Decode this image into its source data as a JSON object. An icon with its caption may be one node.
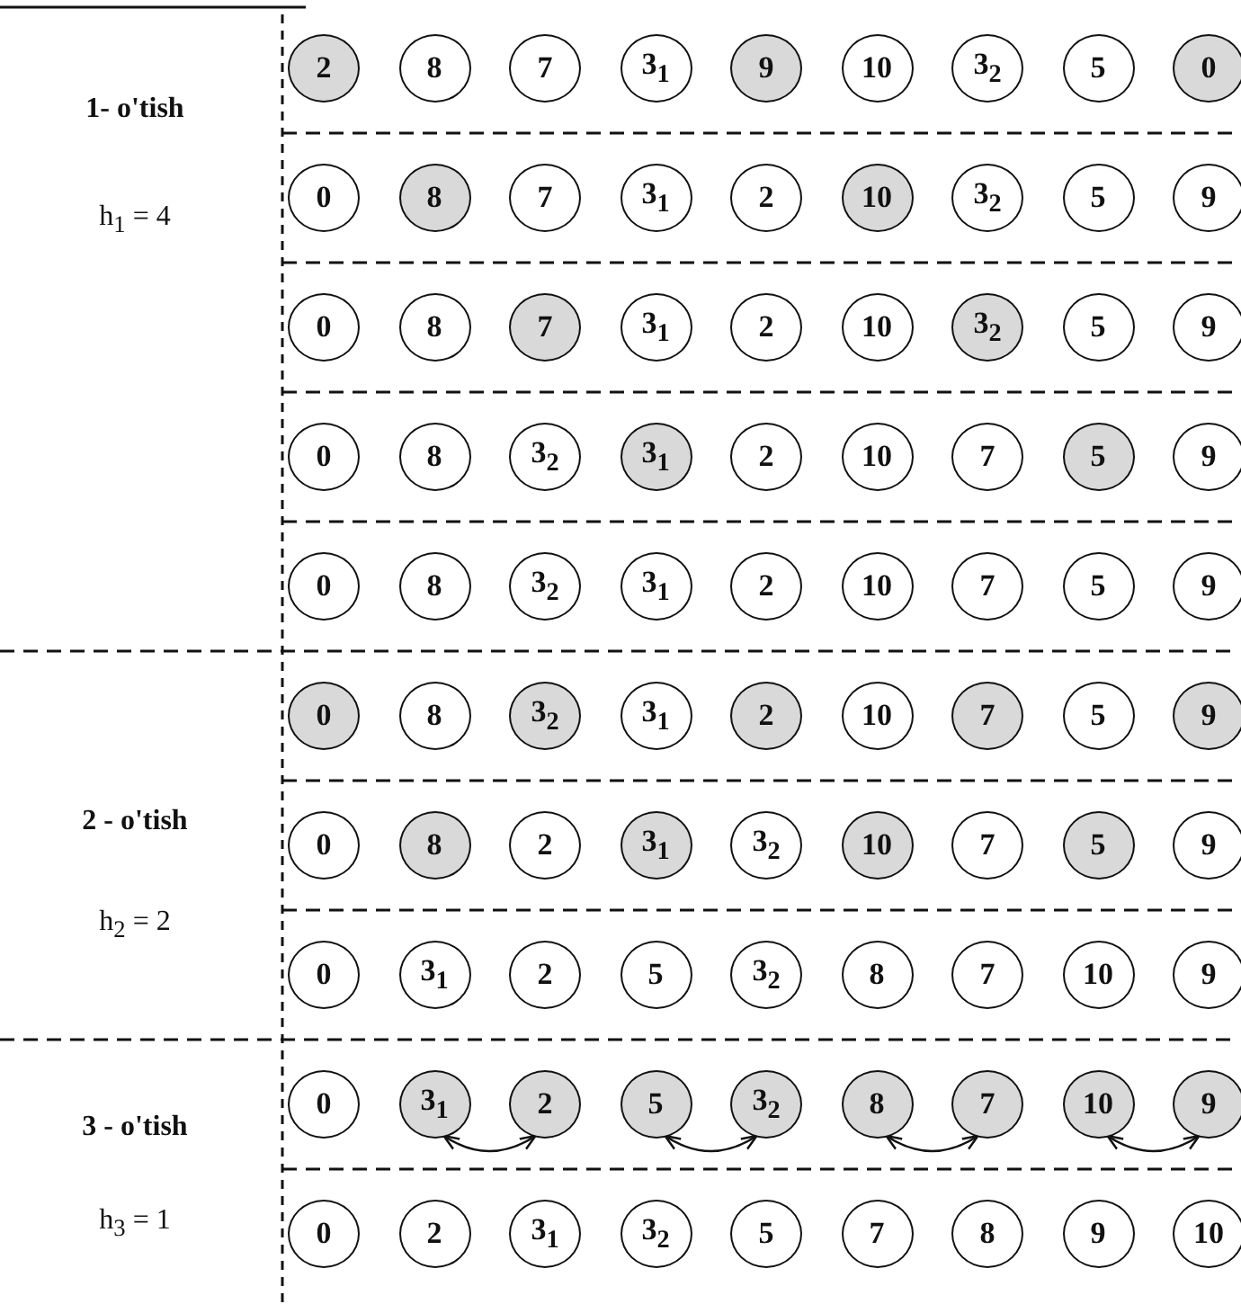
{
  "diagram": {
    "nodes": [
      {
        "text": [
          "2"
        ]
      },
      {
        "text": [
          "8"
        ]
      },
      {
        "text": [
          "7"
        ]
      },
      {
        "text": [
          "3$_{1}$"
        ]
      },
      {
        "text": [
          "9"
        ]
      },
      {
        "text": [
          "10"
        ]
      },
      {
        "text": [
          "3$_{2}$"
        ]
      },
      {
        "text": [
          "5"
        ]
      },
      {
        "text": [
          "0"
        ]
      },
      {
        "text": [
          "0"
        ]
      },
      {
        "text": [
          "8"
        ]
      },
      {
        "text": [
          "7"
        ]
      },
      {
        "text": [
          "3$_{1}$"
        ]
      },
      {
        "text": [
          "2"
        ]
      },
      {
        "text": [
          "10"
        ]
      },
      {
        "text": [
          "3$_{2}$"
        ]
      },
      {
        "text": [
          "5"
        ]
      },
      {
        "text": [
          "9"
        ]
      },
      {
        "text": [
          "0"
        ]
      },
      {
        "text": [
          "8"
        ]
      },
      {
        "text": [
          "7"
        ]
      },
      {
        "text": [
          "3$_{1}$"
        ]
      },
      {
        "text": [
          "2"
        ]
      },
      {
        "text": [
          "10"
        ]
      },
      {
        "text": [
          "3$_{2}$"
        ]
      },
      {
        "text": [
          "5"
        ]
      },
      {
        "text": [
          "9"
        ]
      },
      {
        "text": [
          "0"
        ]
      },
      {
        "text": [
          "8"
        ]
      },
      {
        "text": [
          "3$_{2}$"
        ]
      },
      {
        "text": [
          "3$_{1}$"
        ]
      },
      {
        "text": [
          "2"
        ]
      },
      {
        "text": [
          "10"
        ]
      },
      {
        "text": [
          "7"
        ]
      },
      {
        "text": [
          "5"
        ]
      },
      {
        "text": [
          "9"
        ]
      },
      {
        "text": [
          "0"
        ]
      },
      {
        "text": [
          "8"
        ]
      },
      {
        "text": [
          "3$_{2}$"
        ]
      },
      {
        "text": [
          "3$_{1}$"
        ]
      },
      {
        "text": [
          "2"
        ]
      },
      {
        "text": [
          "10"
        ]
      },
      {
        "text": [
          "7"
        ]
      },
      {
        "text": [
          "5"
        ]
      },
      {
        "text": [
          "9"
        ]
      },
      {
        "text": [
          "0"
        ]
      },
      {
        "text": [
          "8"
        ]
      },
      {
        "text": [
          "3$_{2}$"
        ]
      },
      {
        "text": [
          "3$_{1}$"
        ]
      },
      {
        "text": [
          "2"
        ]
      },
      {
        "text": [
          "10"
        ]
      },
      {
        "text": [
          "7"
        ]
      },
      {
        "text": [
          "5"
        ]
      },
      {
        "text": [
          "9"
        ]
      },
      {
        "text": [
          "0"
        ]
      },
      {
        "text": [
          "8"
        ]
      },
      {
        "text": [
          "2"
        ]
      },
      {
        "text": [
          "3$_{1}$"
        ]
      },
      {
        "text": [
          "3$_{2}$"
        ]
      },
      {
        "text": [
          "10"
        ]
      },
      {
        "text": [
          "7"
        ]
      },
      {
        "text": [
          "5"
        ]
      },
      {
        "text": [
          "9"
        ]
      },
      {
        "text": [
          "0"
        ]
      },
      {
        "text": [
          "3$_{1}$"
        ]
      },
      {
        "text": [
          "2"
        ]
      },
      {
        "text": [
          "5"
        ]
      },
      {
        "text": [
          "3$_{2}$"
        ]
      },
      {
        "text": [
          "8"
        ]
      },
      {
        "text": [
          "7"
        ]
      },
      {
        "text": [
          "10"
        ]
      },
      {
        "text": [
          "9"
        ]
      },
      {
        "text": [
          "0"
        ]
      },
      {
        "text": [
          "3$_{1}$"
        ]
      },
      {
        "text": [
          "2"
        ]
      },
      {
        "text": [
          "5"
        ]
      },
      {
        "text": [
          "3$_{2}$"
        ]
      },
      {
        "text": [
          "8"
        ]
      },
      {
        "text": [
          "7"
        ]
      },
      {
        "text": [
          "10"
        ]
      },
      {
        "text": [
          "9"
        ]
      },
      {
        "text": [
          "0"
        ]
      },
      {
        "text": [
          "2"
        ]
      },
      {
        "text": [
          "3$_{1}$"
        ]
      },
      {
        "text": [
          "3$_{2}$"
        ]
      },
      {
        "text": [
          "5"
        ]
      },
      {
        "text": [
          "7"
        ]
      },
      {
        "text": [
          "8"
        ]
      },
      {
        "text": [
          "9"
        ]
      },
      {
        "text": [
          "10"
        ]
      }
    ],
    "edges": [
      {
        "from": 73,
        "to": 74,
        "arrow": "both"
      },
      {
        "from": 75,
        "to": 76,
        "arrow": "both"
      },
      {
        "from": 77,
        "to": 78,
        "arrow": "both"
      },
      {
        "from": 79,
        "to": 80,
        "arrow": "both"
      }
    ],
    "labels": [
      "1- o'tish",
      "h$_{1}$ = 4",
      "2 - o'tish",
      "h$_{2}$ = 2",
      "3 - o'tish",
      "h$_{3}$ = 1"
    ]
  }
}
